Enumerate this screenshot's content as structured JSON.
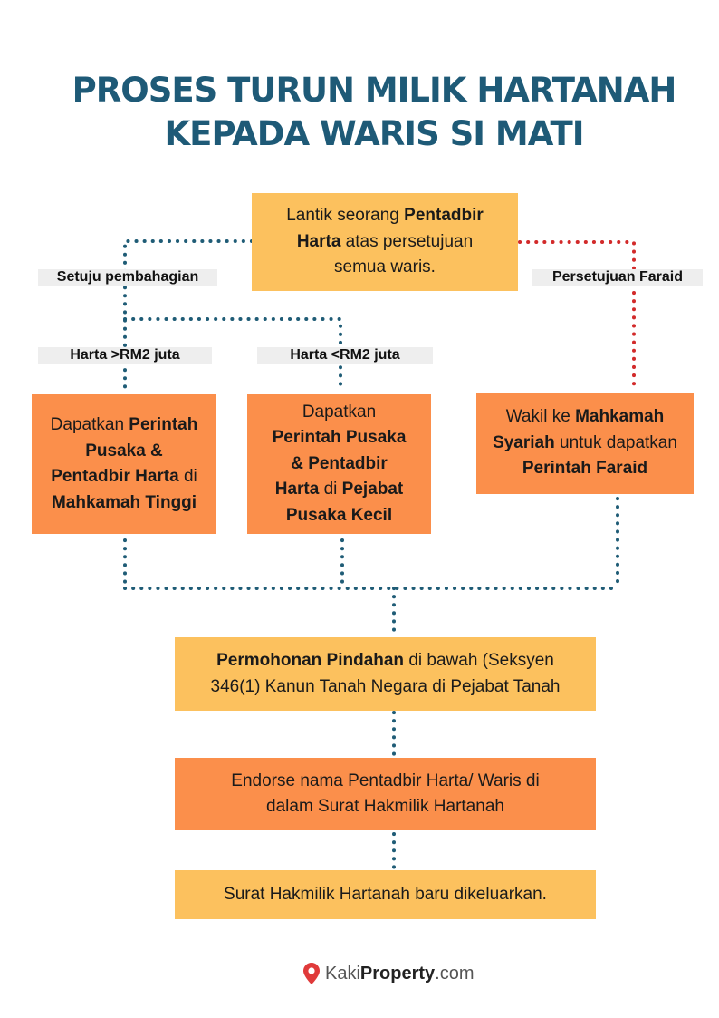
{
  "title": {
    "line1": "PROSES TURUN MILIK HARTANAH",
    "line2": "KEPADA WARIS SI MATI"
  },
  "colors": {
    "title": "#1e5a77",
    "yellow_box": "#fcc15e",
    "orange_box": "#fb8f4b",
    "blue_dots": "#1f5c76",
    "red_dots": "#d22a2a",
    "label_bg": "#eeeeee",
    "pin": "#e03a3a"
  },
  "labels": {
    "setuju": "Setuju pembahagian",
    "faraid": "Persetujuan Faraid",
    "above": "Harta >RM2 juta",
    "below": "Harta <RM2 juta"
  },
  "boxes": {
    "lantik": {
      "t1": "Lantik seorang ",
      "b1": "Pentadbir",
      "b2": "Harta",
      "t2": " atas persetujuan",
      "t3": "semua waris."
    },
    "tinggi": {
      "t1": "Dapatkan ",
      "b1": "Perintah",
      "b2": "Pusaka &",
      "b3": "Pentadbir Harta",
      "t2": " di",
      "b4": "Mahkamah Tinggi"
    },
    "kecil": {
      "t1": "Dapatkan",
      "b1": "Perintah Pusaka",
      "b2": "& Pentadbir",
      "b3": "Harta",
      "t2": " di ",
      "b4": "Pejabat",
      "b5": "Pusaka Kecil"
    },
    "syariah": {
      "t1": "Wakil ke ",
      "b1": "Mahkamah",
      "b2": "Syariah",
      "t2": " untuk dapatkan",
      "b3": "Perintah Faraid"
    },
    "pindahan": {
      "b1": "Permohonan Pindahan",
      "t1": " di bawah (Seksyen",
      "t2": "346(1) Kanun Tanah Negara di Pejabat Tanah"
    },
    "endorse": {
      "t1": "Endorse nama Pentadbir Harta/ Waris di",
      "t2": "dalam Surat Hakmilik Hartanah"
    },
    "surat": {
      "t1": "Surat Hakmilik Hartanah baru dikeluarkan."
    }
  },
  "footer": {
    "brand_light": "Kaki",
    "brand_bold": "Property",
    "brand_suffix": ".com",
    "icon": "location-pin-icon"
  }
}
